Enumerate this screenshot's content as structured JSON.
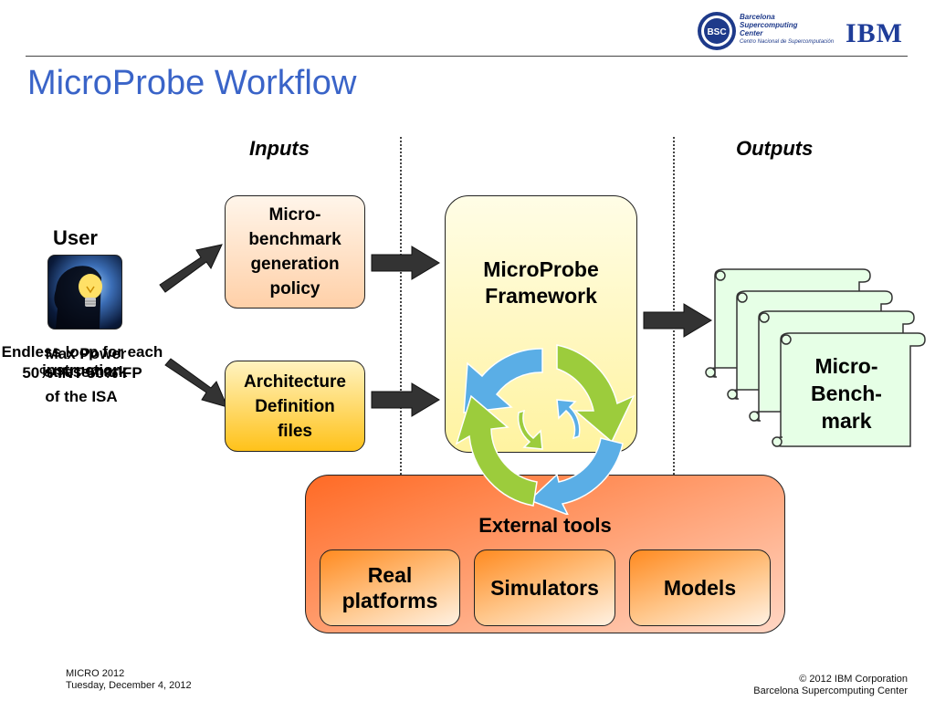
{
  "slide": {
    "title": "MicroProbe Workflow"
  },
  "headers": {
    "inputs": "Inputs",
    "outputs": "Outputs"
  },
  "user": {
    "label": "User",
    "examples": [
      "Endless loop for each instruction",
      "Max Power stressmark",
      "50% INT 50% FP",
      "of the ISA"
    ]
  },
  "inputs": {
    "policy": "Micro-\nbenchmark\ngeneration\npolicy",
    "arch": "Architecture\nDefinition\nfiles"
  },
  "framework": {
    "label": "MicroProbe\nFramework"
  },
  "outputs": {
    "label": "Micro-\nBench-\nmark"
  },
  "external": {
    "label": "External tools",
    "tools": [
      "Real\nplatforms",
      "Simulators",
      "Models"
    ]
  },
  "logos": {
    "bsc_name": "Barcelona\nSupercomputing\nCenter",
    "bsc_sub": "Centro Nacional de Supercomputación",
    "bsc_abbr": "BSC",
    "ibm": "IBM"
  },
  "footer": {
    "event": "MICRO 2012",
    "date": "Tuesday, December 4, 2012",
    "copyright": "© 2012 IBM Corporation",
    "org": "Barcelona Supercomputing Center"
  },
  "colors": {
    "title": "#3a64c8",
    "arrow_blue": "#5aaee6",
    "arrow_green": "#9ccc3c",
    "scroll_fill": "#e6ffe6"
  }
}
